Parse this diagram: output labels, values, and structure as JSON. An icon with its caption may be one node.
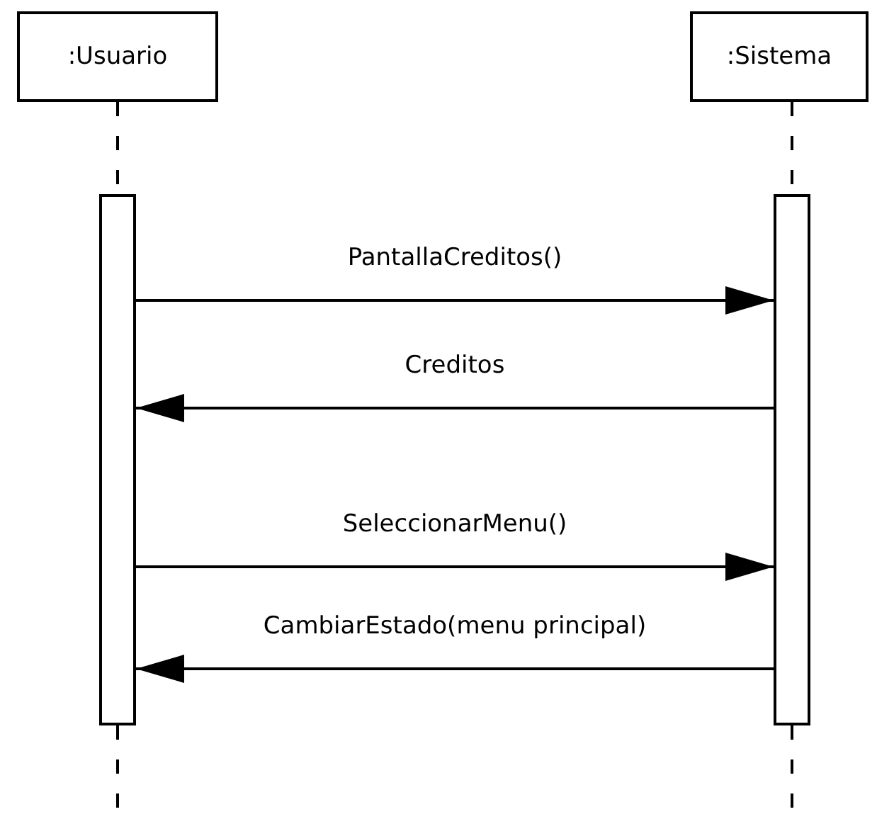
{
  "diagram": {
    "nodes": [
      {
        "text": [
          ":Usuario"
        ]
      },
      {
        "text": [
          ":Sistema"
        ]
      },
      {
        "text": [],
        "shape": "bar"
      },
      {
        "text": [],
        "shape": "bar"
      }
    ],
    "edges": [
      {
        "from": 0,
        "to": 2,
        "arrow": "none",
        "style": "dashed"
      },
      {
        "from": 1,
        "to": 3,
        "arrow": "none",
        "style": "dashed"
      },
      {
        "from": 2,
        "to": 3,
        "arrow": "to",
        "label": "PantallaCreditos()"
      },
      {
        "from": 3,
        "to": 2,
        "arrow": "to",
        "label": "Creditos"
      },
      {
        "from": 2,
        "to": 3,
        "arrow": "to",
        "label": "SeleccionarMenu()"
      },
      {
        "from": 3,
        "to": 2,
        "arrow": "to",
        "label": "CambiarEstado(menu principal)"
      }
    ]
  }
}
